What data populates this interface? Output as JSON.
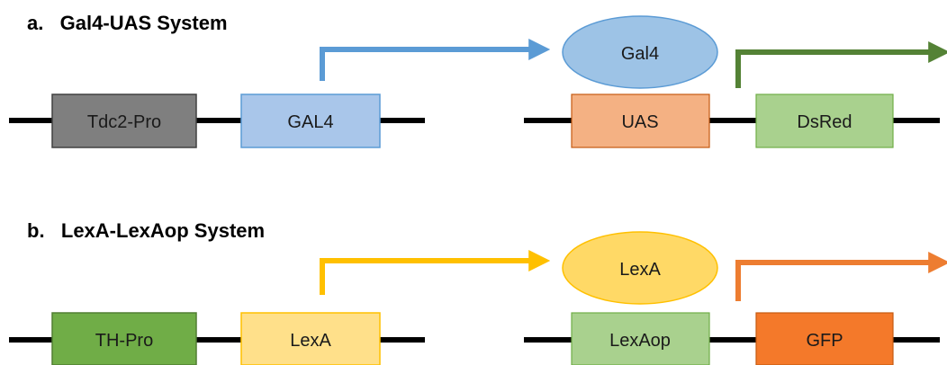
{
  "panels": {
    "a": {
      "title": "a.   Gal4-UAS System",
      "driver": {
        "promoter": "Tdc2-Pro",
        "gene": "GAL4",
        "arrow_color": "#5b9bd5"
      },
      "responder": {
        "protein": "Gal4",
        "site": "UAS",
        "reporter": "DsRed",
        "arrow_color": "#548235"
      }
    },
    "b": {
      "title": "b.   LexA-LexAop System",
      "driver": {
        "promoter": "TH-Pro",
        "gene": "LexA",
        "arrow_color": "#ffc000"
      },
      "responder": {
        "protein": "LexA",
        "site": "LexAop",
        "reporter": "GFP",
        "arrow_color": "#ed7d31"
      }
    }
  },
  "colors": {
    "tdc2_pro_fill": "#7f7f7f",
    "gal4_fill": "#a9c6ea",
    "gal4_protein_fill": "#9dc3e6",
    "uas_fill": "#f4b183",
    "dsred_fill": "#a9d18e",
    "th_pro_fill": "#70ad47",
    "lexa_fill": "#ffe08a",
    "lexa_protein_fill": "#ffd966",
    "lexaop_fill": "#a9d18e",
    "gfp_fill": "#f4792a"
  }
}
